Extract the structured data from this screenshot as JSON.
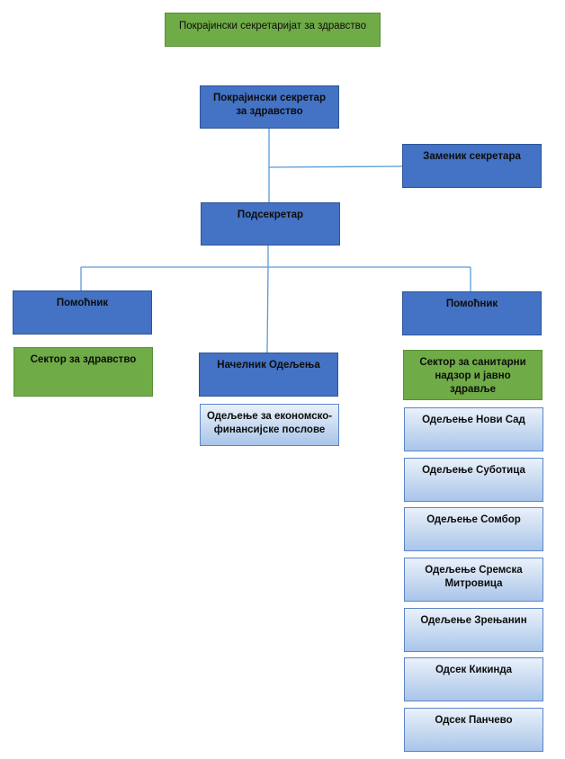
{
  "title": "Покрајински секретаријат за здравство",
  "secretary": "Покрајински секретар за здравство",
  "deputy": "Заменик секретара",
  "undersecretary": "Подсекретар",
  "assistant_left": "Помоћник",
  "assistant_right": "Помоћник",
  "sector_health": "Сектор за здравство",
  "head_department": "Начелник Одељења",
  "dept_finance": "Одељење за економско-финансијске послове",
  "sector_sanitary": "Сектор за санитарни надзор и јавно здравље",
  "branches": [
    "Одељење Нови Сад",
    "Одељење Суботица",
    "Одељење Сомбор",
    "Одељење Сремска Митровица",
    "Одељење Зрењанин",
    "Одсек Кикинда",
    "Одсек Панчево"
  ],
  "colors": {
    "green": "#6fab46",
    "blue": "#4472c4",
    "light_blue": "#c7d9f0",
    "connector": "#5b9bd5"
  }
}
